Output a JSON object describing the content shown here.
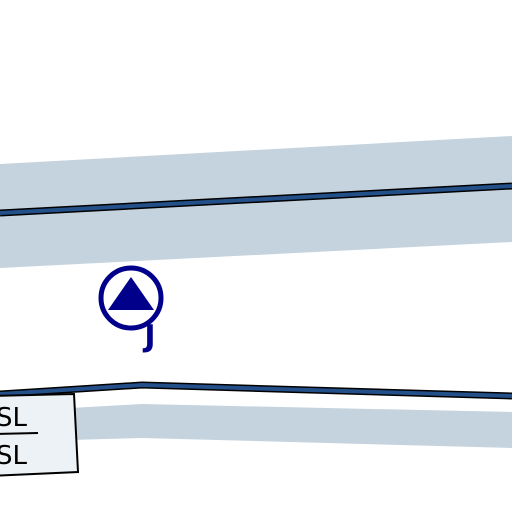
{
  "colors": {
    "background": "#ffffff",
    "corridor_fill": "#c5d3df",
    "route_line": "#24508a",
    "route_outline": "#000000",
    "navaid_symbol": "#00008b",
    "label_box_fill": "#edf2f6",
    "label_box_border": "#000000",
    "label_text": "#000000"
  },
  "navaid": {
    "symbol": "triangle-in-circle",
    "label": "J"
  },
  "altitude_label": {
    "upper": "SL",
    "lower": "SL"
  }
}
